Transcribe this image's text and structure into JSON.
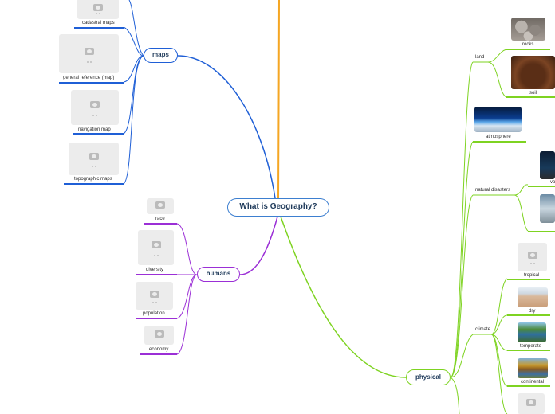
{
  "central": {
    "label": "What is Geography?"
  },
  "maps": {
    "label": "maps",
    "color": "#1f5fd6",
    "children": [
      "cadastral maps",
      "general reference (map)",
      "navigation map",
      "topographic maps"
    ]
  },
  "humans": {
    "label": "humans",
    "color": "#9b2fd6",
    "children": [
      "race",
      "diversity",
      "population",
      "economy"
    ]
  },
  "physical": {
    "label": "physical",
    "color": "#7ed321",
    "land": {
      "label": "land",
      "children": [
        "rocks",
        "soil"
      ]
    },
    "atmosphere": "atmosphere",
    "natural_disasters": {
      "label": "natural disasters",
      "children": [
        "vo"
      ]
    },
    "climate": {
      "label": "climate",
      "children": [
        "tropical",
        "dry",
        "temperate",
        "continental"
      ]
    }
  },
  "top_branch_color": "#f5a623"
}
